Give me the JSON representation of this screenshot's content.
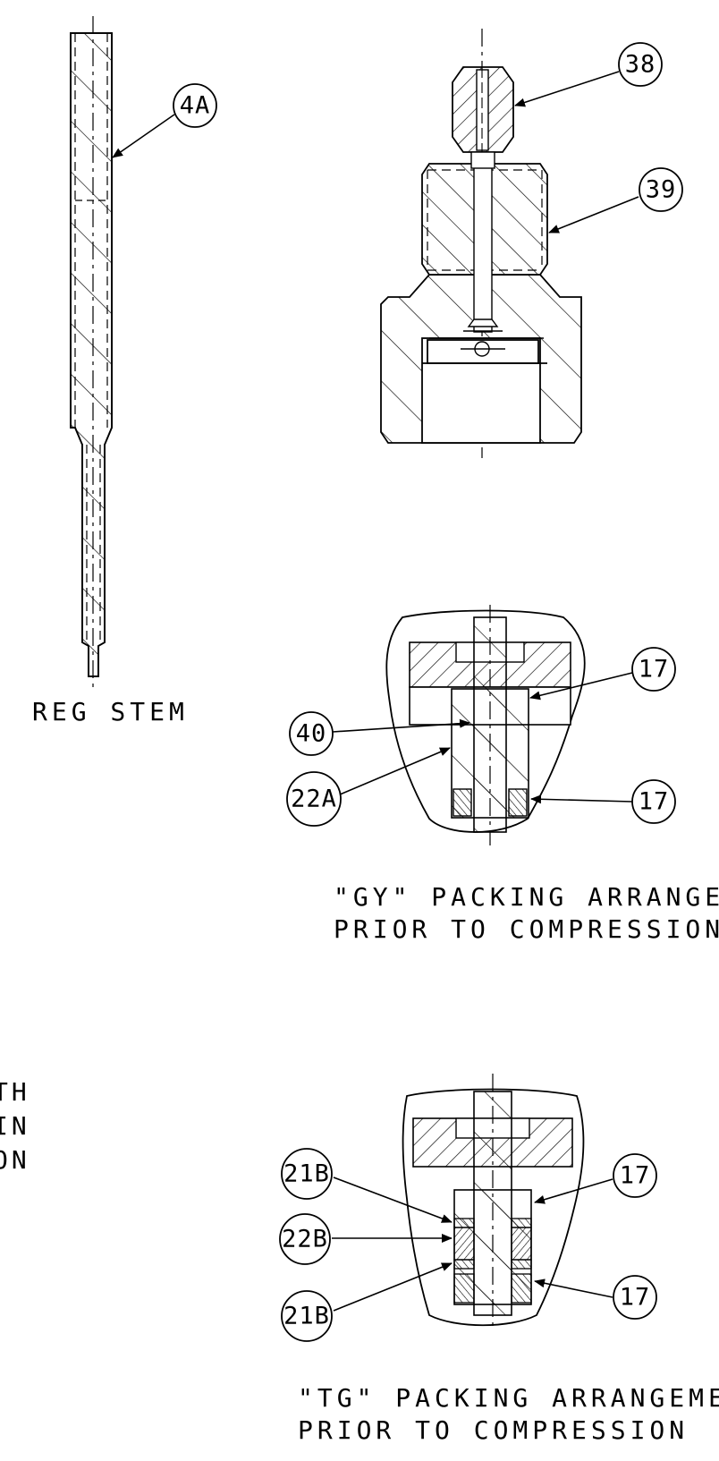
{
  "labels": {
    "reg_stem": "REG STEM",
    "gy_line1": "\"GY\" PACKING ARRANGEMENT",
    "gy_line2": "PRIOR TO COMPRESSION",
    "tg_line1": "\"TG\" PACKING ARRANGEMENT",
    "tg_line2": "PRIOR TO COMPRESSION",
    "edge_line1": "TH",
    "edge_line2": "IN",
    "edge_line3": "ON"
  },
  "callouts": {
    "stem": "4A",
    "top_nut": "38",
    "bonnet": "39",
    "gy_upper": "17",
    "gy_ring": "40",
    "gy_packing": "22A",
    "gy_lower": "17",
    "tg_ring_upper": "21B",
    "tg_upper": "17",
    "tg_packing": "22B",
    "tg_ring_lower": "21B",
    "tg_lower": "17"
  }
}
